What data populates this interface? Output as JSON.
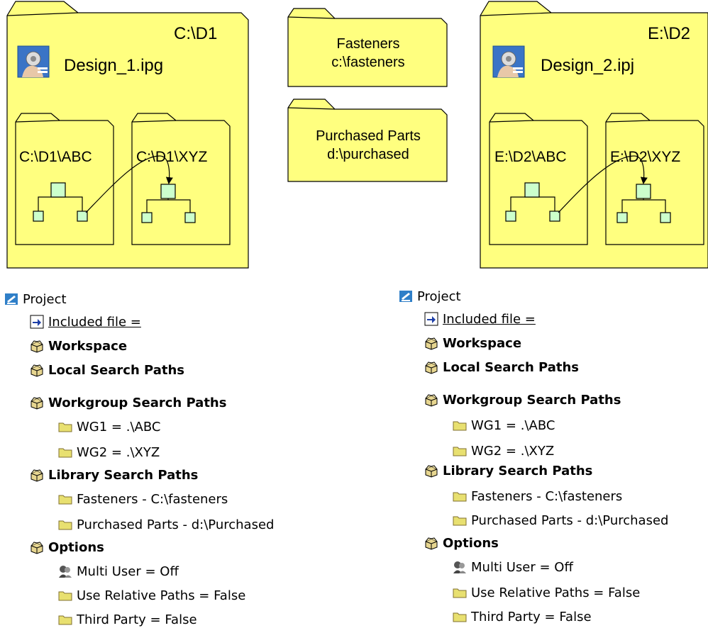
{
  "projects": [
    {
      "folder": {
        "path": "C:\\D1",
        "design_file": "Design_1.ipg",
        "workgroups": [
          "C:\\D1\\ABC",
          "C:\\D1\\XYZ"
        ]
      },
      "tree": {
        "root": "Project",
        "included_file": "Included file =",
        "workspace": "Workspace",
        "local_search_paths": "Local Search Paths",
        "workgroup_search_paths": "Workgroup Search Paths",
        "wg1": "WG1 = .\\ABC",
        "wg2": "WG2 = .\\XYZ",
        "library_search_paths": "Library Search Paths",
        "lib_fasteners": "Fasteners - C:\\fasteners",
        "lib_purchased": "Purchased Parts - d:\\Purchased",
        "options": "Options",
        "multi_user": "Multi User = Off",
        "relative_paths": "Use Relative Paths = False",
        "third_party": "Third Party = False"
      }
    },
    {
      "folder": {
        "path": "E:\\D2",
        "design_file": "Design_2.ipj",
        "workgroups": [
          "E:\\D2\\ABC",
          "E:\\D2\\XYZ"
        ]
      },
      "tree": {
        "root": "Project",
        "included_file": "Included file =",
        "workspace": "Workspace",
        "local_search_paths": "Local Search Paths",
        "workgroup_search_paths": "Workgroup Search Paths",
        "wg1": "WG1 = .\\ABC",
        "wg2": "WG2 = .\\XYZ",
        "library_search_paths": "Library Search Paths",
        "lib_fasteners": "Fasteners - C:\\fasteners",
        "lib_purchased": "Purchased Parts - d:\\Purchased",
        "options": "Options",
        "multi_user": "Multi User = Off",
        "relative_paths": "Use Relative Paths = False",
        "third_party": "Third Party = False"
      }
    }
  ],
  "libraries": [
    {
      "name": "Fasteners",
      "path": "c:\\fasteners"
    },
    {
      "name": "Purchased Parts",
      "path": "d:\\purchased"
    }
  ],
  "colors": {
    "folder_fill": "#ffff7f",
    "node_fill": "#ccffcc",
    "tree_folder_icon": "#e8e070"
  }
}
